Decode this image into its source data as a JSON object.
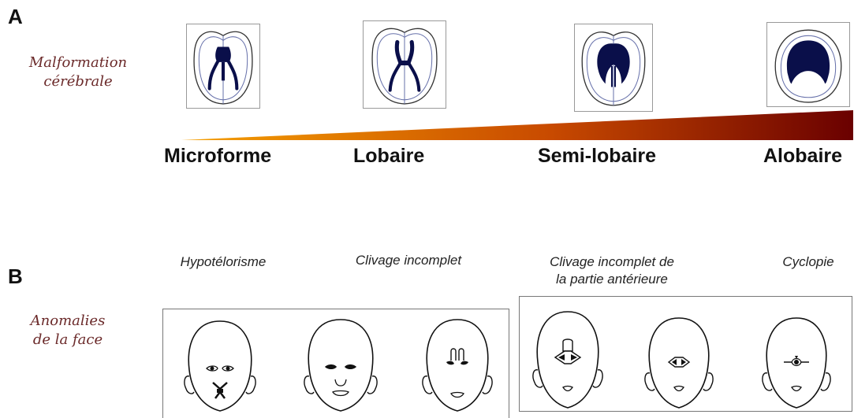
{
  "panel_a": {
    "letter": "A",
    "row_label": [
      "Malformation",
      "cérébrale"
    ],
    "stages": [
      "Microforme",
      "Lobaire",
      "Semi-lobaire",
      "Alobaire"
    ],
    "colors": {
      "ramp_start": "#f5a000",
      "ramp_end": "#6a0000",
      "ventricle": "#0a0f4a"
    }
  },
  "panel_b": {
    "letter": "B",
    "row_label": [
      "Anomalies",
      "de la face"
    ],
    "face_labels": [
      {
        "lines": [
          "Hypotélorisme"
        ]
      },
      {
        "lines": [
          "Clivage incomplet"
        ]
      },
      {
        "lines": [
          "Clivage incomplet de",
          "la partie antérieure"
        ]
      },
      {
        "lines": [
          "Cyclopie"
        ]
      }
    ]
  }
}
